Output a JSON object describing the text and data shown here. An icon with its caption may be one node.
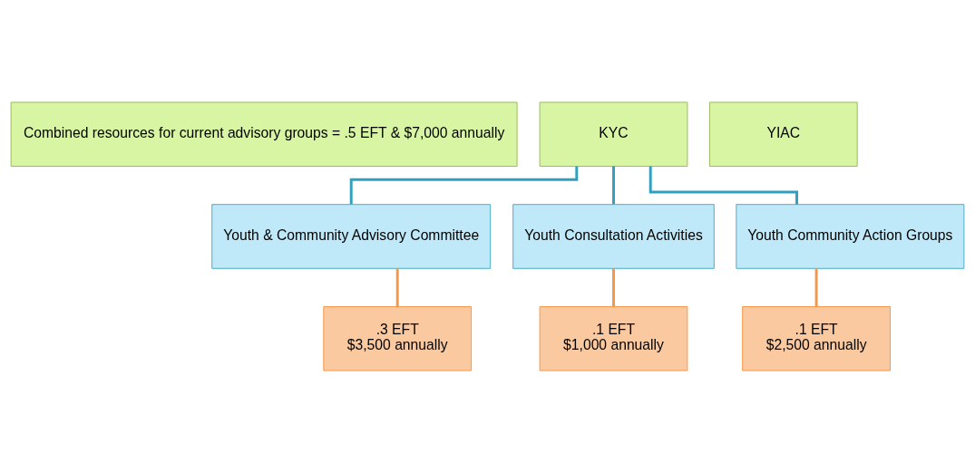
{
  "diagram": {
    "nodes": [
      {
        "text": [
          "Combined resources for current advisory groups = .5 EFT & $7,000 annually"
        ]
      },
      {
        "text": [
          "KYC"
        ]
      },
      {
        "text": [
          "YIAC"
        ]
      },
      {
        "text": [
          "Youth & Community Advisory Committee"
        ]
      },
      {
        "text": [
          "Youth Consultation Activities"
        ]
      },
      {
        "text": [
          "Youth Community Action Groups"
        ]
      },
      {
        "text": [
          ".3 EFT",
          "$3,500 annually"
        ]
      },
      {
        "text": [
          ".1 EFT",
          "$1,000 annually"
        ]
      },
      {
        "text": [
          ".1 EFT",
          "$2,500 annually"
        ]
      }
    ],
    "edges": [
      {
        "from": 1,
        "to": 3,
        "arrow": "none"
      },
      {
        "from": 1,
        "to": 4,
        "arrow": "none"
      },
      {
        "from": 1,
        "to": 5,
        "arrow": "none"
      },
      {
        "from": 3,
        "to": 6,
        "arrow": "none",
        "color": "#f79646"
      },
      {
        "from": 4,
        "to": 7,
        "arrow": "none",
        "color": "#f79646"
      },
      {
        "from": 5,
        "to": 8,
        "arrow": "none",
        "color": "#f79646"
      }
    ]
  }
}
